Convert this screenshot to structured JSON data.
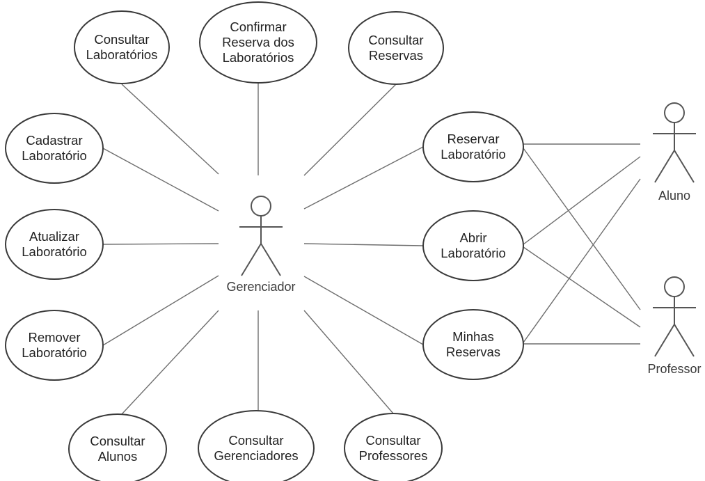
{
  "actors": [
    {
      "id": "gerenciador",
      "name": "Gerenciador"
    },
    {
      "id": "aluno",
      "name": "Aluno"
    },
    {
      "id": "professor",
      "name": "Professor"
    }
  ],
  "use_cases": [
    {
      "id": "consultar-laboratorios",
      "lines": [
        "Consultar",
        "Laboratórios"
      ]
    },
    {
      "id": "confirmar-reserva",
      "lines": [
        "Confirmar",
        "Reserva dos",
        "Laboratórios"
      ]
    },
    {
      "id": "consultar-reservas",
      "lines": [
        "Consultar",
        "Reservas"
      ]
    },
    {
      "id": "cadastrar-laboratorio",
      "lines": [
        "Cadastrar",
        "Laboratório"
      ]
    },
    {
      "id": "atualizar-laboratorio",
      "lines": [
        "Atualizar",
        "Laboratório"
      ]
    },
    {
      "id": "remover-laboratorio",
      "lines": [
        "Remover",
        "Laboratório"
      ]
    },
    {
      "id": "consultar-alunos",
      "lines": [
        "Consultar",
        "Alunos"
      ]
    },
    {
      "id": "consultar-gerenciadores",
      "lines": [
        "Consultar",
        "Gerenciadores"
      ]
    },
    {
      "id": "consultar-professores",
      "lines": [
        "Consultar",
        "Professores"
      ]
    },
    {
      "id": "reservar-laboratorio",
      "lines": [
        "Reservar",
        "Laboratório"
      ]
    },
    {
      "id": "abrir-laboratorio",
      "lines": [
        "Abrir",
        "Laboratório"
      ]
    },
    {
      "id": "minhas-reservas",
      "lines": [
        "Minhas",
        "Reservas"
      ]
    }
  ],
  "associations": [
    [
      "gerenciador",
      "consultar-laboratorios"
    ],
    [
      "gerenciador",
      "confirmar-reserva"
    ],
    [
      "gerenciador",
      "consultar-reservas"
    ],
    [
      "gerenciador",
      "cadastrar-laboratorio"
    ],
    [
      "gerenciador",
      "atualizar-laboratorio"
    ],
    [
      "gerenciador",
      "remover-laboratorio"
    ],
    [
      "gerenciador",
      "consultar-alunos"
    ],
    [
      "gerenciador",
      "consultar-gerenciadores"
    ],
    [
      "gerenciador",
      "consultar-professores"
    ],
    [
      "gerenciador",
      "reservar-laboratorio"
    ],
    [
      "gerenciador",
      "abrir-laboratorio"
    ],
    [
      "gerenciador",
      "minhas-reservas"
    ],
    [
      "aluno",
      "reservar-laboratorio"
    ],
    [
      "aluno",
      "abrir-laboratorio"
    ],
    [
      "aluno",
      "minhas-reservas"
    ],
    [
      "professor",
      "reservar-laboratorio"
    ],
    [
      "professor",
      "abrir-laboratorio"
    ],
    [
      "professor",
      "minhas-reservas"
    ]
  ]
}
